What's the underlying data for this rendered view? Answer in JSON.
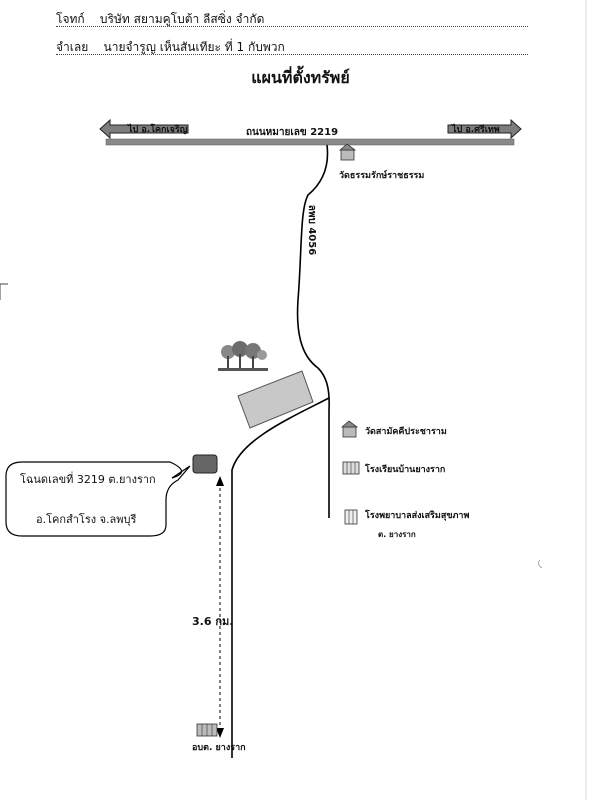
{
  "header": {
    "plaintiff_label": "โจทก์",
    "plaintiff_name": "บริษัท สยามคูโบต้า ลีสซิ่ง จำกัด",
    "defendant_label": "จำเลย",
    "defendant_name": "นายจำรูญ เห็นสันเทียะ ที่ 1 กับพวก"
  },
  "title": "แผนที่ตั้งทรัพย์",
  "map": {
    "main_road_label": "ถนนหมายเลข 2219",
    "left_arrow_label": "ไป อ.โคกเจริญ",
    "right_arrow_label": "ไป อ.ศรีเทพ",
    "branch_road_label": "ลพบ 4056",
    "distance_label": "3.6 กม.",
    "landmarks": [
      {
        "name": "วัดธรรมรักษ์ราชธรรม",
        "icon": "temple-icon"
      },
      {
        "name": "วัดสามัคคีประชาราม",
        "icon": "temple-icon"
      },
      {
        "name": "โรงเรียนบ้านยางราก",
        "icon": "school-icon"
      },
      {
        "name": "โรงพยาบาลส่งเสริมสุขภาพ",
        "name_line2": "ต. ยางราก",
        "icon": "hospital-icon"
      },
      {
        "name": "อบต. ยางราก",
        "icon": "office-icon"
      }
    ],
    "callout": {
      "line1": "โฉนดเลขที่ 3219  ต.ยางราก",
      "line2": "อ.โคกสำโรง   จ.ลพบุรี"
    },
    "colors": {
      "road": "#8a8a8a",
      "parcel": "#c8c8c8",
      "line": "#000000"
    }
  }
}
